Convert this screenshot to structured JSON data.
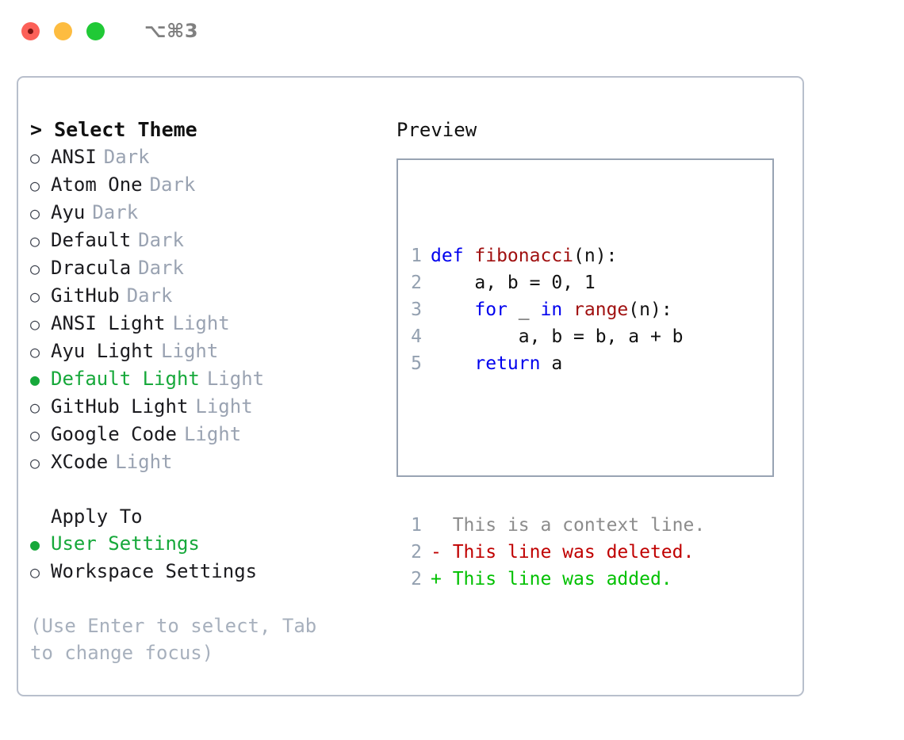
{
  "titlebar": {
    "shortcut": "⌥⌘3",
    "buttons": {
      "close": "close",
      "minimize": "minimize",
      "maximize": "maximize"
    }
  },
  "theme_list": {
    "header": "> Select Theme",
    "selected_bullet": "●",
    "unselected_bullet": "○",
    "items": [
      {
        "name": "ANSI",
        "tag": "Dark",
        "selected": false
      },
      {
        "name": "Atom One",
        "tag": "Dark",
        "selected": false
      },
      {
        "name": "Ayu",
        "tag": "Dark",
        "selected": false
      },
      {
        "name": "Default",
        "tag": "Dark",
        "selected": false
      },
      {
        "name": "Dracula",
        "tag": "Dark",
        "selected": false
      },
      {
        "name": "GitHub",
        "tag": "Dark",
        "selected": false
      },
      {
        "name": "ANSI Light",
        "tag": "Light",
        "selected": false
      },
      {
        "name": "Ayu Light",
        "tag": "Light",
        "selected": false
      },
      {
        "name": "Default Light",
        "tag": "Light",
        "selected": true
      },
      {
        "name": "GitHub Light",
        "tag": "Light",
        "selected": false
      },
      {
        "name": "Google Code",
        "tag": "Light",
        "selected": false
      },
      {
        "name": "XCode",
        "tag": "Light",
        "selected": false
      }
    ]
  },
  "apply_to": {
    "header": "Apply To",
    "items": [
      {
        "name": "User Settings",
        "selected": true
      },
      {
        "name": "Workspace Settings",
        "selected": false
      }
    ]
  },
  "hint": "(Use Enter to select, Tab to change focus)",
  "preview": {
    "title": "Preview",
    "code_lines": [
      {
        "lno": "1",
        "tokens": [
          {
            "t": "def ",
            "c": "kw"
          },
          {
            "t": "fibonacci",
            "c": "fn"
          },
          {
            "t": "(n):",
            "c": "pl"
          }
        ]
      },
      {
        "lno": "2",
        "tokens": [
          {
            "t": "    a, b = 0, 1",
            "c": "pl"
          }
        ]
      },
      {
        "lno": "3",
        "tokens": [
          {
            "t": "    ",
            "c": "pl"
          },
          {
            "t": "for",
            "c": "kw"
          },
          {
            "t": " _ ",
            "c": "pl"
          },
          {
            "t": "in",
            "c": "kw"
          },
          {
            "t": " ",
            "c": "pl"
          },
          {
            "t": "range",
            "c": "fn"
          },
          {
            "t": "(n):",
            "c": "pl"
          }
        ]
      },
      {
        "lno": "4",
        "tokens": [
          {
            "t": "        a, b = b, a + b",
            "c": "pl"
          }
        ]
      },
      {
        "lno": "5",
        "tokens": [
          {
            "t": "    ",
            "c": "pl"
          },
          {
            "t": "return",
            "c": "kw"
          },
          {
            "t": " a",
            "c": "pl"
          }
        ]
      }
    ],
    "diff_lines": [
      {
        "lno": "1",
        "marker": " ",
        "text": " This is a context line.",
        "kind": "ctx"
      },
      {
        "lno": "2",
        "marker": "-",
        "text": " This line was deleted.",
        "kind": "del"
      },
      {
        "lno": "2",
        "marker": "+",
        "text": " This line was added.",
        "kind": "add"
      }
    ]
  },
  "colors": {
    "selected_green": "#16a83a",
    "diff_add_green": "#00c000",
    "diff_del_red": "#c00000",
    "keyword_blue": "#0000ee",
    "function_red": "#a01010",
    "muted_gray": "#9aa3b2",
    "panel_border": "#b8bfcc",
    "preview_border": "#98a3b3"
  }
}
